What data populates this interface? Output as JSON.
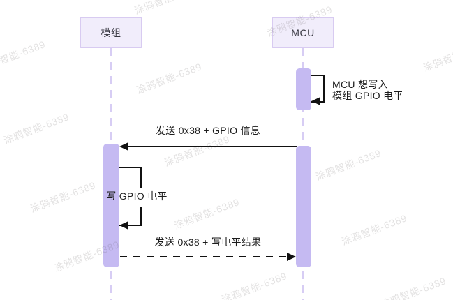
{
  "diagram": {
    "type": "sequence",
    "participants": [
      {
        "id": "module",
        "label": "模组"
      },
      {
        "id": "mcu",
        "label": "MCU"
      }
    ],
    "messages": [
      {
        "type": "self",
        "actor": "MCU",
        "line": "solid",
        "lines": [
          "MCU 想写入",
          "模组 GPIO 电平"
        ]
      },
      {
        "type": "message",
        "from": "MCU",
        "to": "模组",
        "line": "solid",
        "label": "发送 0x38 + GPIO 信息"
      },
      {
        "type": "self",
        "actor": "模组",
        "line": "solid",
        "label": "写 GPIO 电平"
      },
      {
        "type": "message",
        "from": "模组",
        "to": "MCU",
        "line": "dashed",
        "label": "发送 0x38 + 写电平结果"
      }
    ]
  },
  "watermark": {
    "text": "涂鸦智能-6389"
  },
  "colors": {
    "background": "#ffffff",
    "actor_box_fill": "#f1edfb",
    "actor_box_border": "#d8cbf1",
    "activation_fill": "#c5baf2",
    "lifeline": "#d7cdf4",
    "message_line": "#111111",
    "label_text": "#1c1c1c",
    "watermark_text": "#e2e0e0"
  }
}
